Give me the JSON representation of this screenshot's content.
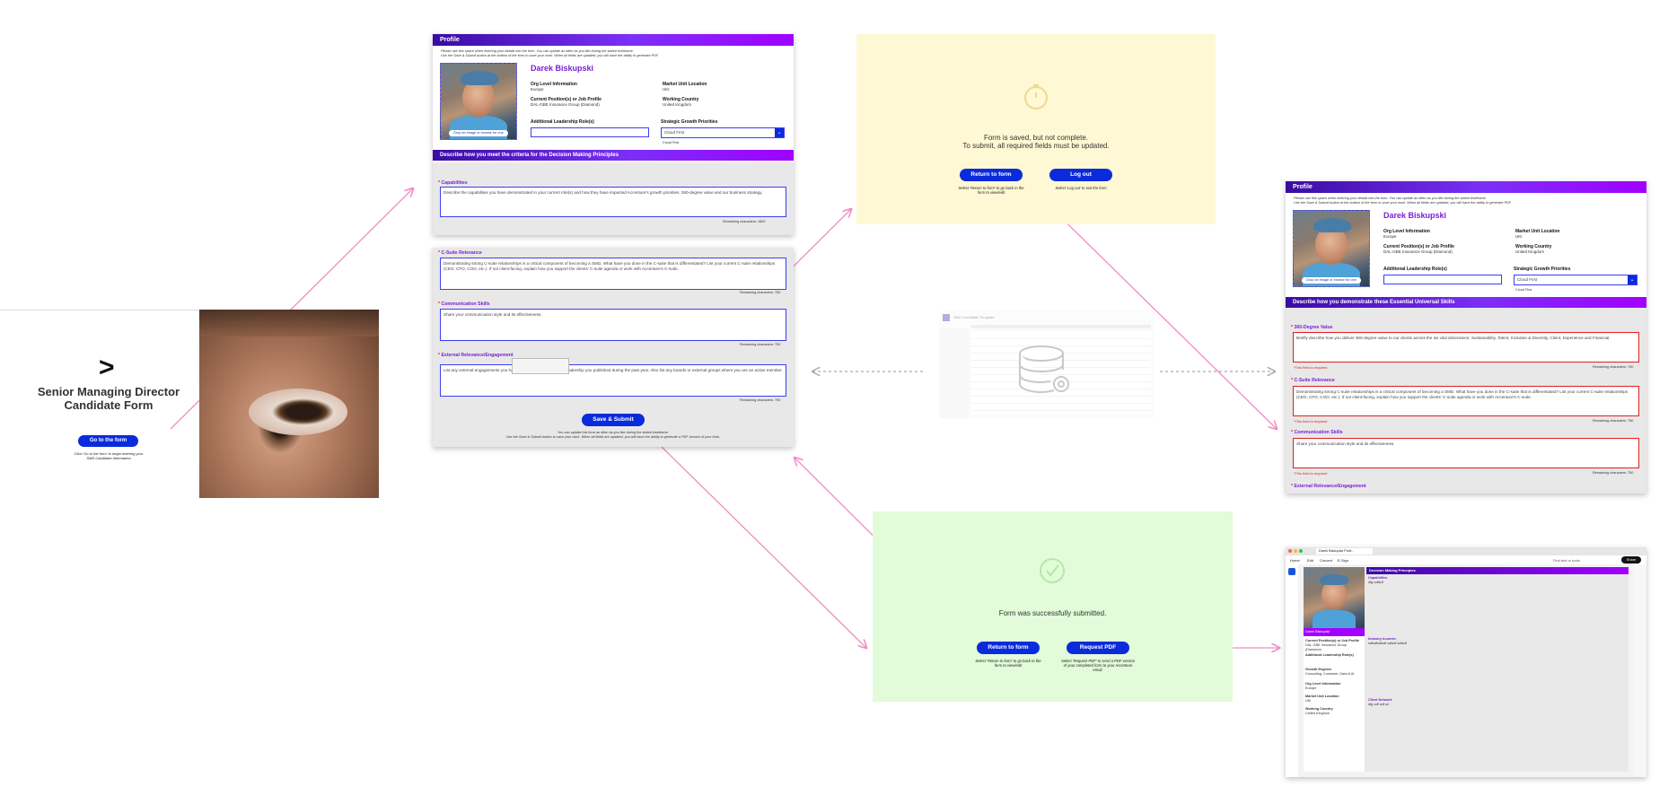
{
  "landing": {
    "logo": ">",
    "title_line1": "Senior Managing Director",
    "title_line2": "Candidate Form",
    "button": "Go to the form",
    "hint": "Click 'Go to the form' to begin entering your SMD Candidate Information"
  },
  "form1": {
    "header": "Profile",
    "intro1": "Please use this space when entering your details into the form. You can update as often as you like during the stated timeframe.",
    "intro2": "Use the Save & Submit button at the bottom of the form to save your work. When all fields are updated, you will have the ability to generate PDF",
    "name": "Darek Biskupski",
    "org_label": "Org Level Information",
    "org_value": "Europe",
    "market_label": "Market Unit Location",
    "market_value": "UKI",
    "position_label": "Current Position(s) or Job Profile",
    "position_value": "DAL-GBE Insurance Group (Diamond)",
    "country_label": "Working Country",
    "country_value": "United Kingdom",
    "photo_hint": "Drop an image or browse for one",
    "leadership_label": "Additional Leadership Role(s)",
    "growth_label": "Strategic Growth Priorities",
    "growth_value": "Cloud First",
    "growth_sub": "Cloud First",
    "section": "Describe how you meet the criteria for the Decision Making Principles",
    "cap_label": "Capabilities",
    "cap_text": "Describe the capabilities you have demonstrated in your current role(s) and how they have impacted Accenture's growth priorities, 360-degree value and our business strategy.",
    "cap_rem": "Remaining characters: 1800"
  },
  "form1b": {
    "csuite_label": "C-Suite Relevance",
    "csuite_text": "Demonstrating strong C-suite relationships is a critical component of becoming a SMD. What have you done in the C-suite that is differentiated? List your current C-suite relationships (CEO, CFO, COO, etc.). If not client-facing, explain how you support the clients' C-suite agenda or work with Accenture's C-suite.",
    "csuite_rem": "Remaining characters: 750",
    "comm_label": "Communication Skills",
    "comm_text": "Share your communication style and its effectiveness.",
    "comm_rem": "Remaining characters: 750",
    "ext_label": "External Relevance/Engagement",
    "ext_text": "List any external engagements you have participated in or thought leadership you published during the past year. Also list any boards or external groups where you are an active member.",
    "ext_rem": "Remaining characters: 750",
    "save_button": "Save & Submit",
    "note1": "You can update this form as often as you like during the stated timeframe.",
    "note2": "Use the Save & Submit button to save your work. When all fields are updated, you will have the ability to generate a PDF version of your form."
  },
  "saved": {
    "line1": "Form is saved, but not complete.",
    "line2": "To submit, all required fields must be updated.",
    "return_button": "Return to form",
    "logout_button": "Log out",
    "return_hint": "Select 'Return to form' to go back in the form to view/edit",
    "logout_hint": "Select 'Log out' to exit the form"
  },
  "database": {
    "title": "SMD Candidate Template"
  },
  "submitted": {
    "message": "Form was successfully submitted.",
    "return_button": "Return to form",
    "pdf_button": "Request PDF",
    "return_hint": "Select 'Return to form' to go back to the form to view/edit",
    "pdf_hint": "Select 'Request PDF' to send a PDF version of your completed form to your Accenture email."
  },
  "form2": {
    "header": "Profile",
    "intro1": "Please use this space when entering your details into the form. You can update as often as you like during the stated timeframe.",
    "intro2": "Use the Save & Submit button at the bottom of the form to save your work. When all fields are updated, you will have the ability to generate PDF",
    "name": "Darek Biskupski",
    "org_label": "Org Level Information",
    "org_value": "Europe",
    "market_label": "Market Unit Location",
    "market_value": "UKI",
    "position_label": "Current Position(s) or Job Profile",
    "position_value": "DAL-GBE Insurance Group (Diamond)",
    "country_label": "Working Country",
    "country_value": "United Kingdom",
    "photo_hint": "Drop an image or browse for one",
    "leadership_label": "Additional Leadership Role(s)",
    "growth_label": "Strategic Growth Priorities",
    "growth_value": "Cloud First",
    "growth_sub": "Cloud First",
    "section": "Describe how you demonstrate these Essential Universal Skills",
    "v360_label": "360-Degree Value",
    "v360_text": "Briefly describe how you deliver 360-degree value to our clients across the six vital dimensions: Sustainability, Talent, Inclusion & Diversity, Client, Experience and Financial.",
    "v360_rem": "Remaining characters: 750",
    "csuite_label": "C-Suite Relevance",
    "csuite_text": "Demonstrating strong C-suite relationships is a critical component of becoming a SMD. What have you done in the C-suite that is differentiated? List your current C-suite relationships (CEO, CFO, COO, etc.). If not client-facing, explain how you support the clients' C-suite agenda or work with Accenture's C-suite.",
    "csuite_rem": "Remaining characters: 750",
    "comm_label": "Communication Skills",
    "comm_text": "Share your communication style and its effectiveness.",
    "comm_rem": "Remaining characters: 750",
    "ext_label": "External Relevance/Engagement",
    "error": "*This field is required"
  },
  "pdf": {
    "tab": "Darek Biskupski Portf...",
    "menu": [
      "Home",
      "Edit",
      "Convert",
      "E-Sign"
    ],
    "share": "Share",
    "find": "Find text or tools",
    "section": "Decision Making Principles",
    "side_name": "Darek Biskupski",
    "side_items": [
      "Current Position(s) or Job Profile",
      "Additional Leadership Role(s)",
      "Growth Engines",
      "Org Level Information",
      "Market Unit Location",
      "Working Country"
    ],
    "side_values": [
      "DAL-GBE Insurance Group (Diamond)",
      "",
      "Consulting, Customer, Data & AI",
      "Europe",
      "UKI",
      "United Kingdom"
    ],
    "fields": [
      {
        "label": "Capabilities",
        "value": "dfg udfsdf"
      },
      {
        "label": "Industry Acumen",
        "value": "sdfsdfsdfsdf sdfsdf sdfsdf"
      },
      {
        "label": "Client Network",
        "value": "dfg udf sdf sd"
      }
    ]
  },
  "colors": {
    "accent": "#0a2bdc",
    "purple": "#7b1fd1",
    "arrow": "#f28cc4",
    "saved_bg": "#fff8d4",
    "submitted_bg": "#e2fbd8"
  }
}
